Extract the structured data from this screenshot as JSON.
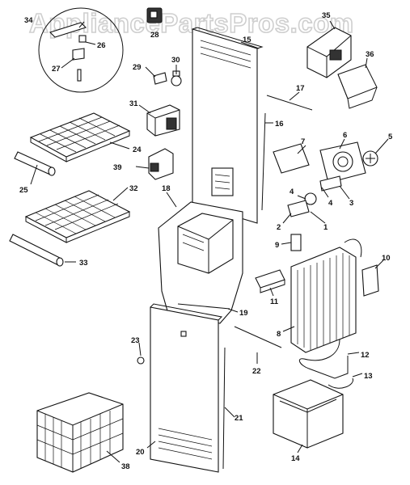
{
  "watermark": "AppliancePartsPros.com",
  "callouts": {
    "c1": "1",
    "c2": "2",
    "c3": "3",
    "c4a": "4",
    "c4b": "4",
    "c5": "5",
    "c6": "6",
    "c7": "7",
    "c8": "8",
    "c9": "9",
    "c10": "10",
    "c11": "11",
    "c12": "12",
    "c13": "13",
    "c14": "14",
    "c15": "15",
    "c16": "16",
    "c17": "17",
    "c18": "18",
    "c19": "19",
    "c20": "20",
    "c21": "21",
    "c22": "22",
    "c23": "23",
    "c24": "24",
    "c25": "25",
    "c26": "26",
    "c27": "27",
    "c28": "28",
    "c29": "29",
    "c30": "30",
    "c31": "31",
    "c32": "32",
    "c33": "33",
    "c34": "34",
    "c35": "35",
    "c36": "36",
    "c38": "38",
    "c39": "39"
  }
}
